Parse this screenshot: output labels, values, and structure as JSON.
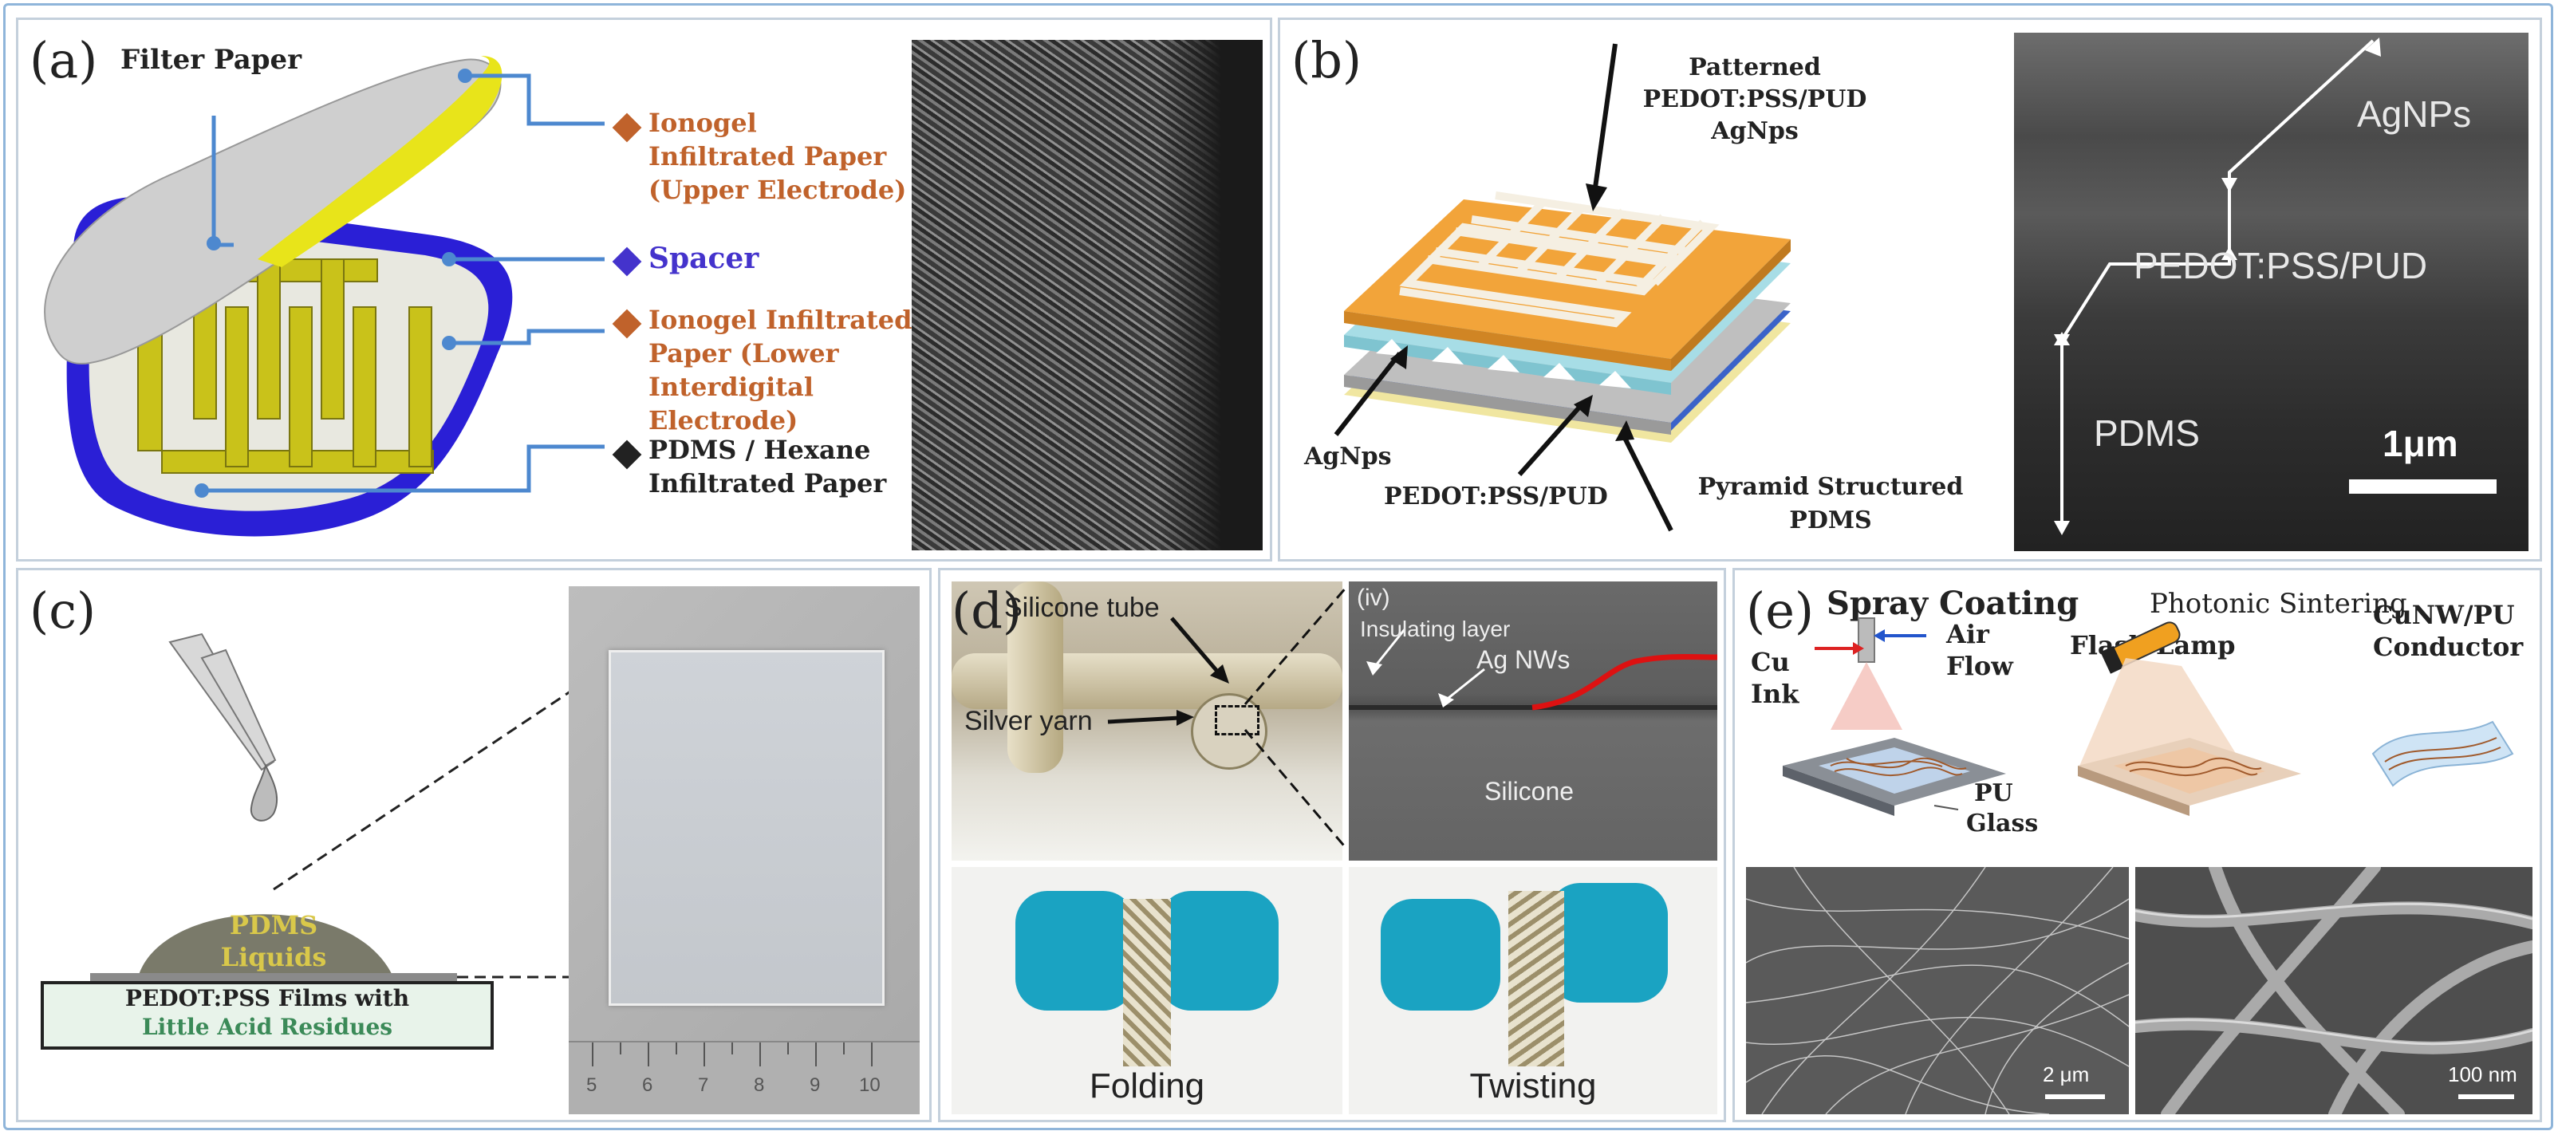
{
  "colors": {
    "orange_label": "#c0622b",
    "spacer_label": "#4433cc",
    "dark_label": "#222222",
    "green_label": "#3b8a58",
    "pdms_label": "#d9c84a",
    "red_curve": "#dd1111"
  },
  "panel_a": {
    "tag": "(a)",
    "filter_paper": "Filter Paper",
    "upper_electrode": [
      "Ionogel",
      "Infiltrated Paper",
      "(Upper Electrode)"
    ],
    "spacer": "Spacer",
    "lower_electrode": [
      "Ionogel Infiltrated",
      "Paper (Lower",
      "Interdigital",
      "Electrode)"
    ],
    "pdms_paper": [
      "PDMS / Hexane",
      "Infiltrated Paper"
    ]
  },
  "panel_b": {
    "tag": "(b)",
    "patterned": [
      "Patterned",
      "PEDOT:PSS/PUD",
      "AgNps"
    ],
    "agnps": "AgNps",
    "pedot": "PEDOT:PSS/PUD",
    "pyramid": [
      "Pyramid Structured",
      "PDMS"
    ],
    "sem_agnps": "AgNPs",
    "sem_pedot": "PEDOT:PSS/PUD",
    "sem_pdms": "PDMS",
    "scale": "1μm"
  },
  "panel_c": {
    "tag": "(c)",
    "pdms": [
      "PDMS",
      "Liquids"
    ],
    "film": [
      "PEDOT:PSS Films with",
      "Little Acid Residues"
    ],
    "ruler": [
      "5",
      "6",
      "7",
      "8",
      "9",
      "10"
    ]
  },
  "panel_d": {
    "tag": "(d)",
    "silicone_tube": "Silicone tube",
    "silver_yarn": "Silver yarn",
    "roman": "(iv)",
    "insulating": "Insulating layer",
    "agnws": "Ag NWs",
    "silicone": "Silicone",
    "folding": "Folding",
    "twisting": "Twisting"
  },
  "panel_e": {
    "tag": "(e)",
    "spray": "Spray Coating",
    "photonic": "Photonic Sintering",
    "cunw": [
      "CuNW/PU",
      "Conductor"
    ],
    "cu_ink": [
      "Cu",
      "Ink"
    ],
    "air_flow": [
      "Air",
      "Flow"
    ],
    "flash_lamp": "Flash Lamp",
    "pu": "PU",
    "glass": "Glass",
    "scale1": "2 μm",
    "scale2": "100 nm"
  }
}
